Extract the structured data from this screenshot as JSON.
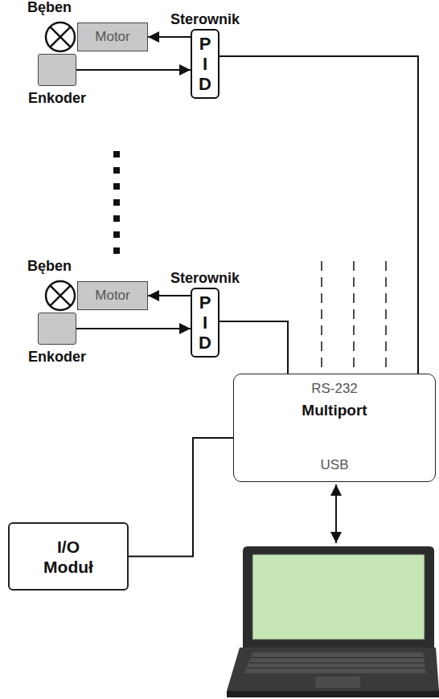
{
  "diagram": {
    "nodes": [
      {
        "text": [
          "Bęben"
        ]
      },
      {
        "text": [
          "Motor"
        ]
      },
      {
        "text": [
          "Sterownik",
          "P I D"
        ]
      },
      {
        "text": [
          "Enkoder"
        ]
      },
      {
        "text": [
          "Bęben"
        ]
      },
      {
        "text": [
          "Motor"
        ]
      },
      {
        "text": [
          "Sterownik",
          "P I D"
        ]
      },
      {
        "text": [
          "Enkoder"
        ]
      },
      {
        "text": [
          "RS-232",
          "Multiport",
          "USB"
        ]
      },
      {
        "text": [
          "I/O Moduł"
        ]
      }
    ],
    "edges": [
      {
        "from": 2,
        "to": 1,
        "arrow": "to"
      },
      {
        "from": 3,
        "to": 2,
        "arrow": "to"
      },
      {
        "from": 2,
        "to": 8,
        "arrow": "none"
      },
      {
        "from": 6,
        "to": 5,
        "arrow": "to"
      },
      {
        "from": 7,
        "to": 6,
        "arrow": "to"
      },
      {
        "from": 6,
        "to": 8,
        "arrow": "none"
      },
      {
        "from": 9,
        "to": 8,
        "arrow": "none"
      }
    ]
  }
}
